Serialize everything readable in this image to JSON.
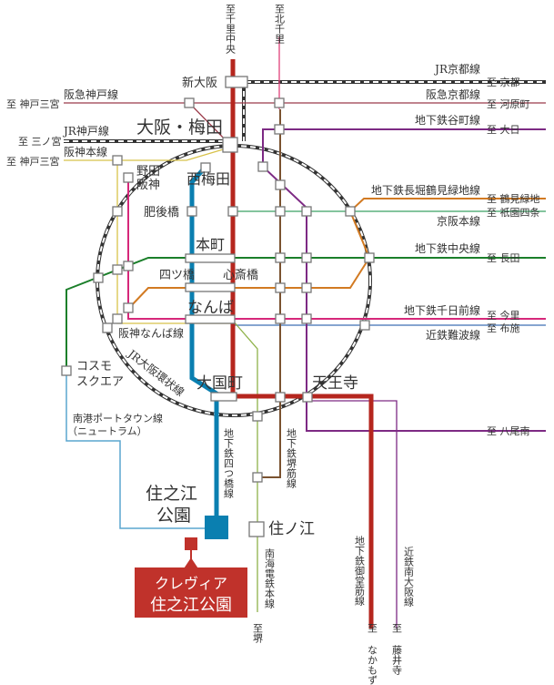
{
  "colors": {
    "midosuji": "#b5261e",
    "yotsubashi": "#0a7fb0",
    "sakaisuji": "#7a5230",
    "tanimachi": "#7d2a84",
    "chuo": "#1b7f2a",
    "nagahori": "#d27a22",
    "sennichimae": "#d6287a",
    "keihan": "#3aa063",
    "kintetsu": "#3f6fb3",
    "hanshin": "#c7b04a",
    "hankyu": "#9b3b4a",
    "nankai": "#8fb24a",
    "newtram": "#5aa5cf",
    "property": "#c0322b"
  },
  "destinations": {
    "senri_chuo": "至千里中央",
    "kita_senri": "至北千里",
    "kyoto": "至 京都",
    "kawaramachi": "至 河原町",
    "dainichi": "至 大日",
    "tsurumi": "至 鶴見緑地",
    "gion": "至 祇園四条",
    "nagata": "至 長田",
    "imazato": "至 今里",
    "fuse": "至 布施",
    "yao": "至 八尾南",
    "kobe_hankyu": "至 神戸三宮",
    "sannomiya": "至 三ノ宮",
    "kobe_hanshin": "至 神戸三宮",
    "sakai": "至堺",
    "nakamozu": "至 なかもず",
    "fujiidera": "至 藤井寺"
  },
  "lines": {
    "jr_kyoto": "JR京都線",
    "hankyu_kyoto": "阪急京都線",
    "tanimachi": "地下鉄谷町線",
    "nagahori": "地下鉄長堀鶴見緑地線",
    "keihan": "京阪本線",
    "chuo": "地下鉄中央線",
    "sennichimae": "地下鉄千日前線",
    "kintetsu_namba": "近鉄難波線",
    "hankyu_kobe": "阪急神戸線",
    "jr_kobe": "JR神戸線",
    "hanshin": "阪神本線",
    "hanshin_namba": "阪神なんば線",
    "jr_loop": "JR大阪環状線",
    "newtram": "南港ポートタウン線",
    "newtram_sub": "（ニュートラム）",
    "yotsubashi": "地下鉄四つ橋線",
    "sakaisuji": "地下鉄堺筋線",
    "nankai": "南海電鉄本線",
    "midosuji": "地下鉄御堂筋線",
    "kintetsu_minami": "近鉄南大阪線"
  },
  "stations": {
    "shin_osaka": "新大阪",
    "umeda": "大阪・梅田",
    "nishi_umeda": "西梅田",
    "noda_1": "野田",
    "noda_2": "阪神",
    "higobashi": "肥後橋",
    "honmachi": "本町",
    "yotsubashi": "四ツ橋",
    "shinsaibashi": "心斎橋",
    "namba": "なんば",
    "daikokucho": "大国町",
    "tennoji": "天王寺",
    "cosmo_1": "コスモ",
    "cosmo_2": "スクエア",
    "suminoe_koen_1": "住之江",
    "suminoe_koen_2": "公園",
    "suminoe": "住ノ江"
  },
  "property": {
    "line1": "クレヴィア",
    "line2": "住之江公園"
  }
}
